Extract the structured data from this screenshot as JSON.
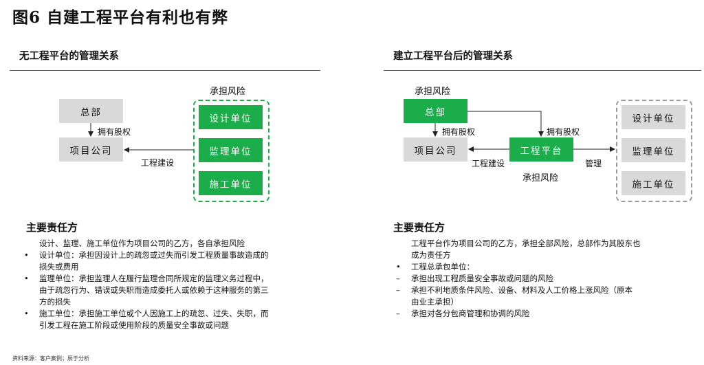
{
  "title": "图6 自建工程平台有利也有弊",
  "colors": {
    "green": "#1aad4a",
    "gray_box": "#d9d9d9",
    "dash_gray": "#9a9a9a"
  },
  "left": {
    "subtitle": "无工程平台的管理关系",
    "risk_label": "承担风险",
    "hq": "总部",
    "project_co": "项目公司",
    "own_label": "拥有股权",
    "build_label": "工程建设",
    "units": [
      "设计单位",
      "监理单位",
      "施工单位"
    ],
    "resp_heading": "主要责任方",
    "resp_lines": [
      {
        "marker": "",
        "text": "设计、监理、施工单位作为项目公司的乙方，各自承担风险"
      },
      {
        "marker": "•",
        "text": "设计单位：承担因设计上的疏忽或过失而引发工程质量事故造成的"
      },
      {
        "marker": "",
        "text": "损失或费用"
      },
      {
        "marker": "•",
        "text": "监理单位：承担监理人在履行监理合同所规定的监理义务过程中，"
      },
      {
        "marker": "",
        "text": "由于疏忽行为、错误或失职而造成委托人或依赖于这种服务的第三"
      },
      {
        "marker": "",
        "text": "方的损失"
      },
      {
        "marker": "•",
        "text": "施工单位：承担施工单位或个人因施工上的疏忽、过失、失职，而"
      },
      {
        "marker": "",
        "text": "引发工程在施工阶段或使用阶段的质量安全事故或问题"
      }
    ]
  },
  "right": {
    "subtitle": "建立工程平台后的管理关系",
    "risk_label_top": "承担风险",
    "risk_label_bottom": "承担风险",
    "hq": "总部",
    "project_co": "项目公司",
    "platform": "工程平台",
    "own_label_1": "拥有股权",
    "own_label_2": "拥有股权",
    "build_label": "工程建设",
    "manage_label": "管理",
    "units": [
      "设计单位",
      "监理单位",
      "施工单位"
    ],
    "resp_heading": "主要责任方",
    "resp_lines": [
      {
        "marker": "",
        "text": "工程平台作为项目公司的乙方，承担全部风险，总部作为其股东也"
      },
      {
        "marker": "",
        "text": "成为责任方"
      },
      {
        "marker": "•",
        "text": "工程总承包单位："
      },
      {
        "marker": "–",
        "text": "承担出现工程质量安全事故或问题的风险"
      },
      {
        "marker": "–",
        "text": "承担不利地质条件风险、设备、材料及人工价格上涨风险（原本"
      },
      {
        "marker": "",
        "text": "由业主承担）"
      },
      {
        "marker": "–",
        "text": "承担对各分包商管理和协调的风险"
      }
    ]
  },
  "footer": "资料来源：客户案例；辰于分析"
}
